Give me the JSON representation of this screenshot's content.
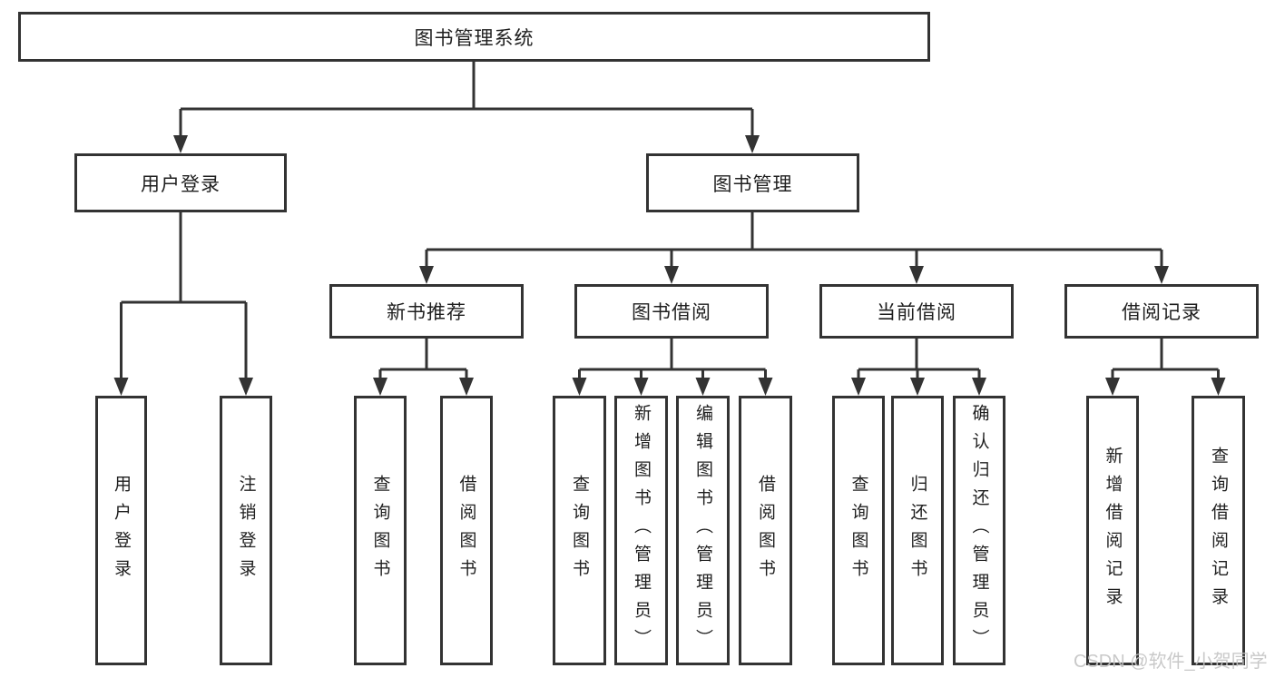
{
  "diagram": {
    "root": {
      "label": "图书管理系统"
    },
    "level2": [
      {
        "label": "用户登录"
      },
      {
        "label": "图书管理"
      }
    ],
    "level3": [
      {
        "label": "新书推荐",
        "parent": "图书管理"
      },
      {
        "label": "图书借阅",
        "parent": "图书管理"
      },
      {
        "label": "当前借阅",
        "parent": "图书管理"
      },
      {
        "label": "借阅记录",
        "parent": "图书管理"
      }
    ],
    "leaves": [
      {
        "label": "用户登录",
        "parent": "用户登录"
      },
      {
        "label": "注销登录",
        "parent": "用户登录"
      },
      {
        "label": "查询图书",
        "parent": "新书推荐"
      },
      {
        "label": "借阅图书",
        "parent": "新书推荐"
      },
      {
        "label": "查询图书",
        "parent": "图书借阅"
      },
      {
        "label": "新增图书（管理员）",
        "parent": "图书借阅"
      },
      {
        "label": "编辑图书（管理员）",
        "parent": "图书借阅"
      },
      {
        "label": "借阅图书",
        "parent": "图书借阅"
      },
      {
        "label": "查询图书",
        "parent": "当前借阅"
      },
      {
        "label": "归还图书",
        "parent": "当前借阅"
      },
      {
        "label": "确认归还（管理员）",
        "parent": "当前借阅"
      },
      {
        "label": "新增借阅记录",
        "parent": "借阅记录"
      },
      {
        "label": "查询借阅记录",
        "parent": "借阅记录"
      }
    ],
    "colors": {
      "line": "#333333",
      "text": "#1f1f1f",
      "watermark": "#c4c4c4",
      "background": "#ffffff"
    }
  },
  "watermark": {
    "text": "CSDN @软件_小贺同学"
  }
}
